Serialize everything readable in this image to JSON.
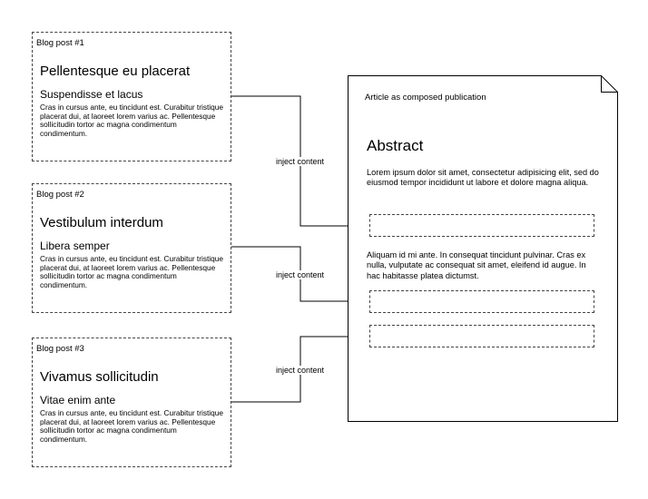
{
  "posts": [
    {
      "tag": "Blog post #1",
      "title": "Pellentesque eu placerat",
      "subtitle": "Suspendisse et lacus",
      "body": "Cras in cursus ante, eu tincidunt est. Curabitur tristique placerat dui, at laoreet lorem varius ac. Pellentesque sollicitudin tortor ac magna condimentum condimentum."
    },
    {
      "tag": "Blog post #2",
      "title": "Vestibulum interdum",
      "subtitle": "Libera semper",
      "body": "Cras in cursus ante, eu tincidunt est. Curabitur tristique placerat dui, at laoreet lorem varius ac. Pellentesque sollicitudin tortor ac magna condimentum condimentum."
    },
    {
      "tag": "Blog post #3",
      "title": "Vivamus sollicitudin",
      "subtitle": "Vitae enim ante",
      "body": "Cras in cursus ante, eu tincidunt est. Curabitur tristique placerat dui, at laoreet lorem varius ac. Pellentesque sollicitudin tortor ac magna condimentum condimentum."
    }
  ],
  "connectors": {
    "label_1": "inject content",
    "label_2": "inject content",
    "label_3": "inject content"
  },
  "article": {
    "caption": "Article as composed publication",
    "heading": "Abstract",
    "paragraph_1": "Lorem ipsum dolor sit amet, consectetur adipisicing elit, sed do eiusmod tempor incididunt ut labore et dolore magna aliqua.",
    "paragraph_2": "Aliquam id mi ante. In consequat tincidunt pulvinar. Cras ex nulla, vulputate ac consequat sit amet, eleifend id augue. In hac habitasse platea dictumst."
  }
}
